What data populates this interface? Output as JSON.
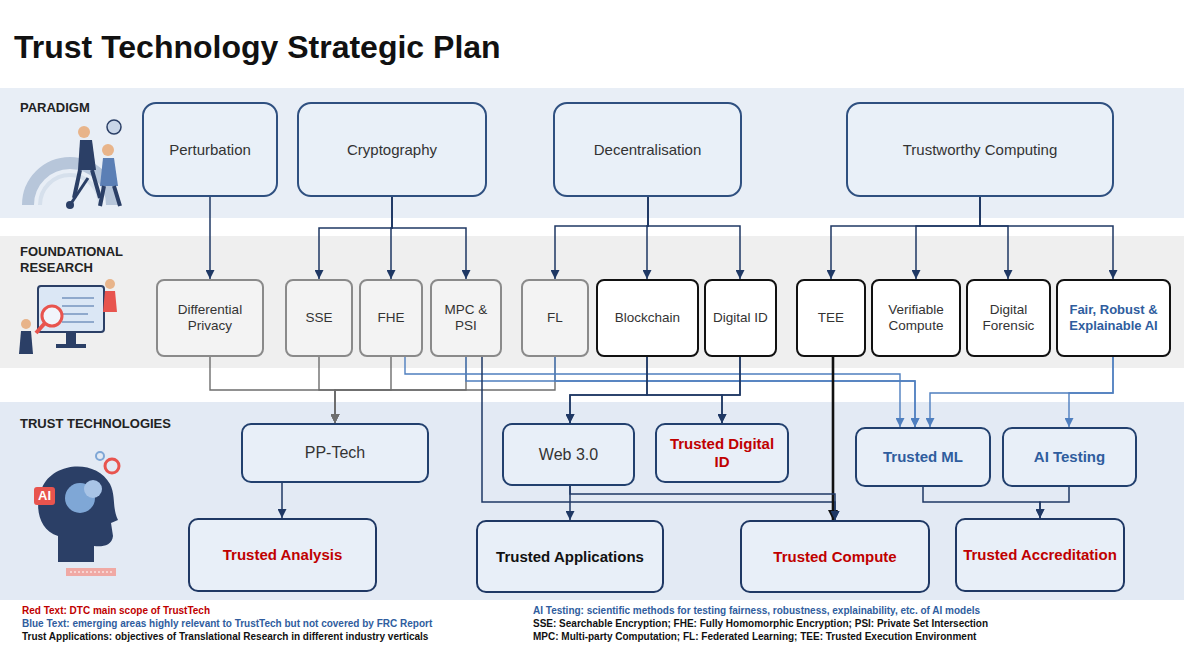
{
  "diagram": {
    "title": "Trust Technology Strategic Plan",
    "nodes": [
      {
        "text": [
          "PARADIGM"
        ]
      },
      {
        "text": [
          "Perturbation"
        ],
        "in": 0
      },
      {
        "text": [
          "Cryptography"
        ],
        "in": 0
      },
      {
        "text": [
          "Decentralisation"
        ],
        "in": 0
      },
      {
        "text": [
          "Trustworthy Computing"
        ],
        "in": 0
      },
      {
        "text": [
          "FOUNDATIONAL RESEARCH"
        ]
      },
      {
        "text": [
          "Differential Privacy"
        ],
        "in": 5
      },
      {
        "text": [
          "SSE"
        ],
        "in": 5
      },
      {
        "text": [
          "FHE"
        ],
        "in": 5
      },
      {
        "text": [
          "MPC & PSI"
        ],
        "in": 5
      },
      {
        "text": [
          "FL"
        ],
        "in": 5
      },
      {
        "text": [
          "Blockchain"
        ],
        "in": 5
      },
      {
        "text": [
          "Digital ID"
        ],
        "in": 5
      },
      {
        "text": [
          "TEE"
        ],
        "in": 5
      },
      {
        "text": [
          "Verifiable Compute"
        ],
        "in": 5
      },
      {
        "text": [
          "Digital Forensic"
        ],
        "in": 5
      },
      {
        "text": [
          "Fair, Robust & Explainable AI"
        ],
        "in": 5
      },
      {
        "text": [
          "TRUST TECHNOLOGIES"
        ]
      },
      {
        "text": [
          "PP-Tech"
        ],
        "in": 17
      },
      {
        "text": [
          "Web 3.0"
        ],
        "in": 17
      },
      {
        "text": [
          "Trusted Digital ID"
        ],
        "in": 17
      },
      {
        "text": [
          "Trusted ML"
        ],
        "in": 17
      },
      {
        "text": [
          "AI Testing"
        ],
        "in": 17
      },
      {
        "text": [
          "Trusted Analysis"
        ],
        "in": 17
      },
      {
        "text": [
          "Trusted Applications"
        ],
        "in": 17
      },
      {
        "text": [
          "Trusted Compute"
        ],
        "in": 17
      },
      {
        "text": [
          "Trusted Accreditation"
        ],
        "in": 17
      }
    ],
    "edges": [
      {
        "from": 1,
        "to": 6,
        "arrow": "to"
      },
      {
        "from": 2,
        "to": 7,
        "arrow": "to"
      },
      {
        "from": 2,
        "to": 8,
        "arrow": "to"
      },
      {
        "from": 2,
        "to": 9,
        "arrow": "to"
      },
      {
        "from": 3,
        "to": 10,
        "arrow": "to"
      },
      {
        "from": 3,
        "to": 11,
        "arrow": "to"
      },
      {
        "from": 3,
        "to": 12,
        "arrow": "to"
      },
      {
        "from": 4,
        "to": 13,
        "arrow": "to"
      },
      {
        "from": 4,
        "to": 14,
        "arrow": "to"
      },
      {
        "from": 4,
        "to": 15,
        "arrow": "to"
      },
      {
        "from": 4,
        "to": 16,
        "arrow": "to"
      },
      {
        "from": 6,
        "to": 18,
        "arrow": "to"
      },
      {
        "from": 7,
        "to": 18,
        "arrow": "to"
      },
      {
        "from": 8,
        "to": 18,
        "arrow": "to"
      },
      {
        "from": 9,
        "to": 18,
        "arrow": "to"
      },
      {
        "from": 10,
        "to": 18,
        "arrow": "to"
      },
      {
        "from": 8,
        "to": 21,
        "arrow": "to"
      },
      {
        "from": 9,
        "to": 21,
        "arrow": "to"
      },
      {
        "from": 10,
        "to": 21,
        "arrow": "to"
      },
      {
        "from": 16,
        "to": 21,
        "arrow": "to"
      },
      {
        "from": 16,
        "to": 22,
        "arrow": "to"
      },
      {
        "from": 11,
        "to": 19,
        "arrow": "to"
      },
      {
        "from": 11,
        "to": 20,
        "arrow": "to"
      },
      {
        "from": 12,
        "to": 19,
        "arrow": "to"
      },
      {
        "from": 12,
        "to": 20,
        "arrow": "to"
      },
      {
        "from": 9,
        "to": 25,
        "arrow": "to"
      },
      {
        "from": 13,
        "to": 25,
        "arrow": "to"
      },
      {
        "from": 18,
        "to": 23,
        "arrow": "to"
      },
      {
        "from": 19,
        "to": 24,
        "arrow": "to"
      },
      {
        "from": 19,
        "to": 25,
        "arrow": "to"
      },
      {
        "from": 21,
        "to": 26,
        "arrow": "to"
      },
      {
        "from": 22,
        "to": 26,
        "arrow": "to"
      }
    ],
    "labels": [
      "AI",
      "Red Text: DTC main scope of TrustTech",
      "Blue Text: emerging areas highly relevant to TrustTech but not covered by FRC Report",
      "Trust Applications: objectives of Translational Research in different industry verticals",
      "AI Testing: scientific methods for testing fairness, robustness, explainability, etc. of AI models",
      "SSE: Searchable Encryption; FHE: Fully Homomorphic Encryption; PSI: Private Set Intersection",
      "MPC: Multi-party Computation; FL: Federated Learning; TEE: Trusted Execution Environment"
    ]
  }
}
